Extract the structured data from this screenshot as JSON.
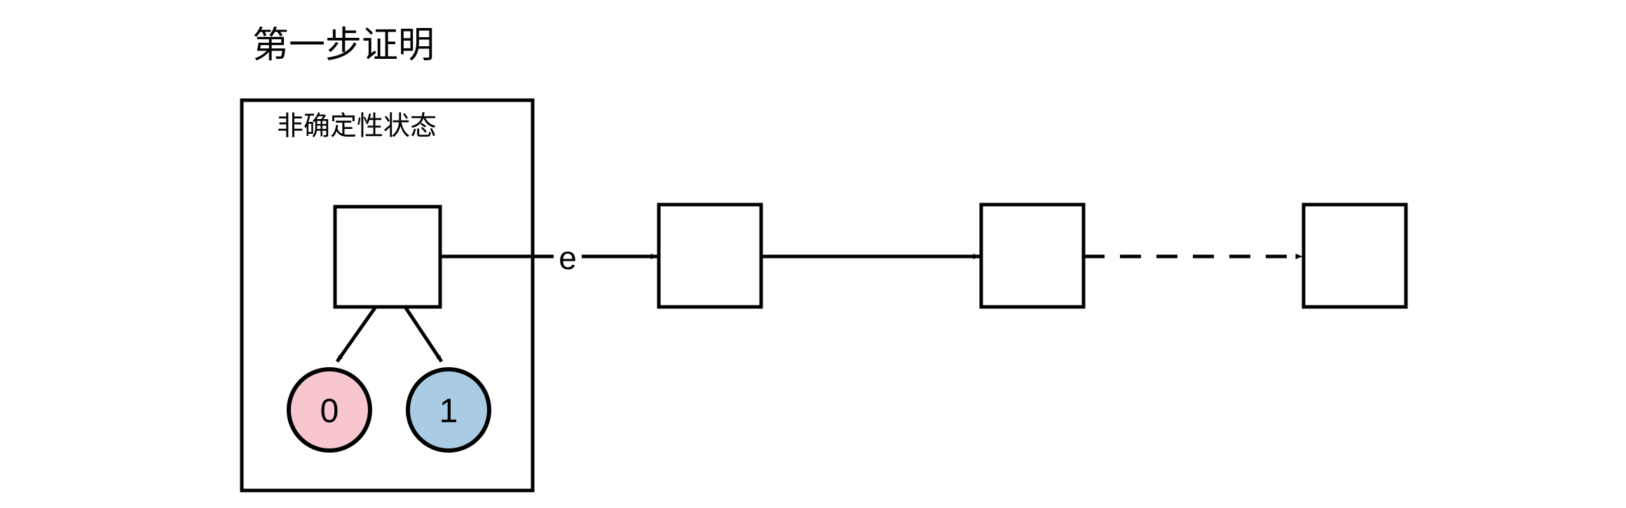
{
  "diagram": {
    "title": "第一步证明",
    "group": {
      "label": "非确定性状态",
      "name": "nondeterministic-state-group"
    },
    "edge_label": "e",
    "branch_nodes": [
      {
        "value": "0",
        "color": "#F7C6CF"
      },
      {
        "value": "1",
        "color": "#A9CBE3"
      }
    ],
    "tape_cells": [
      {
        "id": "cell-1",
        "value": ""
      },
      {
        "id": "cell-2",
        "value": ""
      },
      {
        "id": "cell-3",
        "value": ""
      },
      {
        "id": "cell-4",
        "value": ""
      }
    ],
    "connectors": [
      {
        "id": "connector-1",
        "style": "solid",
        "label": "e"
      },
      {
        "id": "connector-2",
        "style": "solid",
        "label": ""
      },
      {
        "id": "connector-3",
        "style": "dashed",
        "label": ""
      }
    ],
    "colors": {
      "stroke": "#000000",
      "background": "#FFFFFF",
      "branch_zero_fill": "#F7C6CF",
      "branch_one_fill": "#A9CBE3"
    }
  }
}
